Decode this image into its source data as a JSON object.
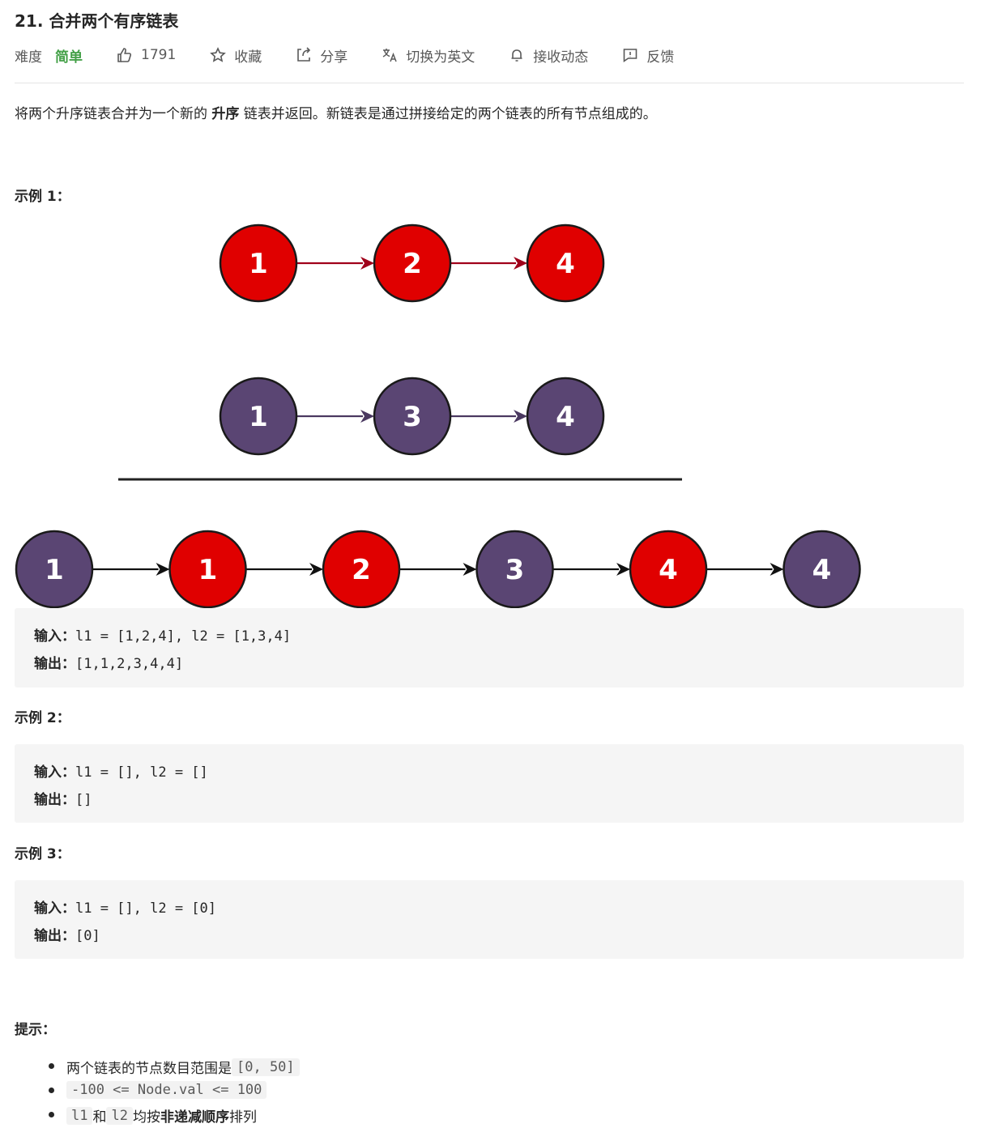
{
  "problem": {
    "title": "21. 合并两个有序链表",
    "difficulty_label": "难度",
    "difficulty": "简单",
    "likes": "1791",
    "favorite": "收藏",
    "share": "分享",
    "switch_lang": "切换为英文",
    "subscribe": "接收动态",
    "feedback": "反馈"
  },
  "description": {
    "part1": "将两个升序链表合并为一个新的 ",
    "bold": "升序",
    "part2": " 链表并返回。新链表是通过拼接给定的两个链表的所有节点组成的。"
  },
  "examples": [
    {
      "title": "示例 1：",
      "input_label": "输入：",
      "input": "l1 = [1,2,4], l2 = [1,3,4]",
      "output_label": "输出：",
      "output": "[1,1,2,3,4,4]"
    },
    {
      "title": "示例 2：",
      "input_label": "输入：",
      "input": "l1 = [], l2 = []",
      "output_label": "输出：",
      "output": "[]"
    },
    {
      "title": "示例 3：",
      "input_label": "输入：",
      "input": "l1 = [], l2 = [0]",
      "output_label": "输出：",
      "output": "[0]"
    }
  ],
  "diagram": {
    "colors": {
      "red": "#e00000",
      "purple": "#5a4573",
      "red_arrow": "#a0001a",
      "purple_arrow": "#4a3860",
      "black_arrow": "#111111"
    },
    "list1": [
      "1",
      "2",
      "4"
    ],
    "list2": [
      "1",
      "3",
      "4"
    ],
    "merged": [
      {
        "v": "1",
        "c": "purple"
      },
      {
        "v": "1",
        "c": "red"
      },
      {
        "v": "2",
        "c": "red"
      },
      {
        "v": "3",
        "c": "purple"
      },
      {
        "v": "4",
        "c": "red"
      },
      {
        "v": "4",
        "c": "purple"
      }
    ]
  },
  "hints": {
    "title": "提示：",
    "h1_text": "两个链表的节点数目范围是 ",
    "h1_code": "[0, 50]",
    "h2_code": "-100 <= Node.val <= 100",
    "h3_code1": "l1",
    "h3_mid": " 和 ",
    "h3_code2": "l2",
    "h3_text": " 均按 ",
    "h3_bold": "非递减顺序",
    "h3_end": " 排列"
  }
}
